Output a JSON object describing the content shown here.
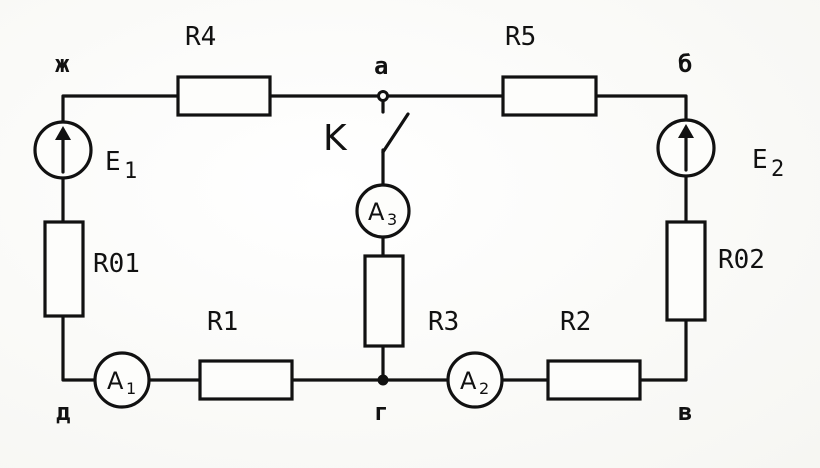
{
  "nodes": {
    "zh": "ж",
    "a": "а",
    "b": "б",
    "v": "в",
    "g": "г",
    "d": "д"
  },
  "resistors": {
    "r4": "R4",
    "r5": "R5",
    "r1": "R1",
    "r2": "R2",
    "r3": "R3",
    "r01": "R01",
    "r02": "R02"
  },
  "sources": {
    "e1_main": "E",
    "e1_sub": "1",
    "e2_main": "E",
    "e2_sub": "2"
  },
  "ammeters": {
    "a1_main": "A",
    "a1_sub": "1",
    "a2_main": "A",
    "a2_sub": "2",
    "a3_main": "A",
    "a3_sub": "3"
  },
  "switch_label": "K"
}
